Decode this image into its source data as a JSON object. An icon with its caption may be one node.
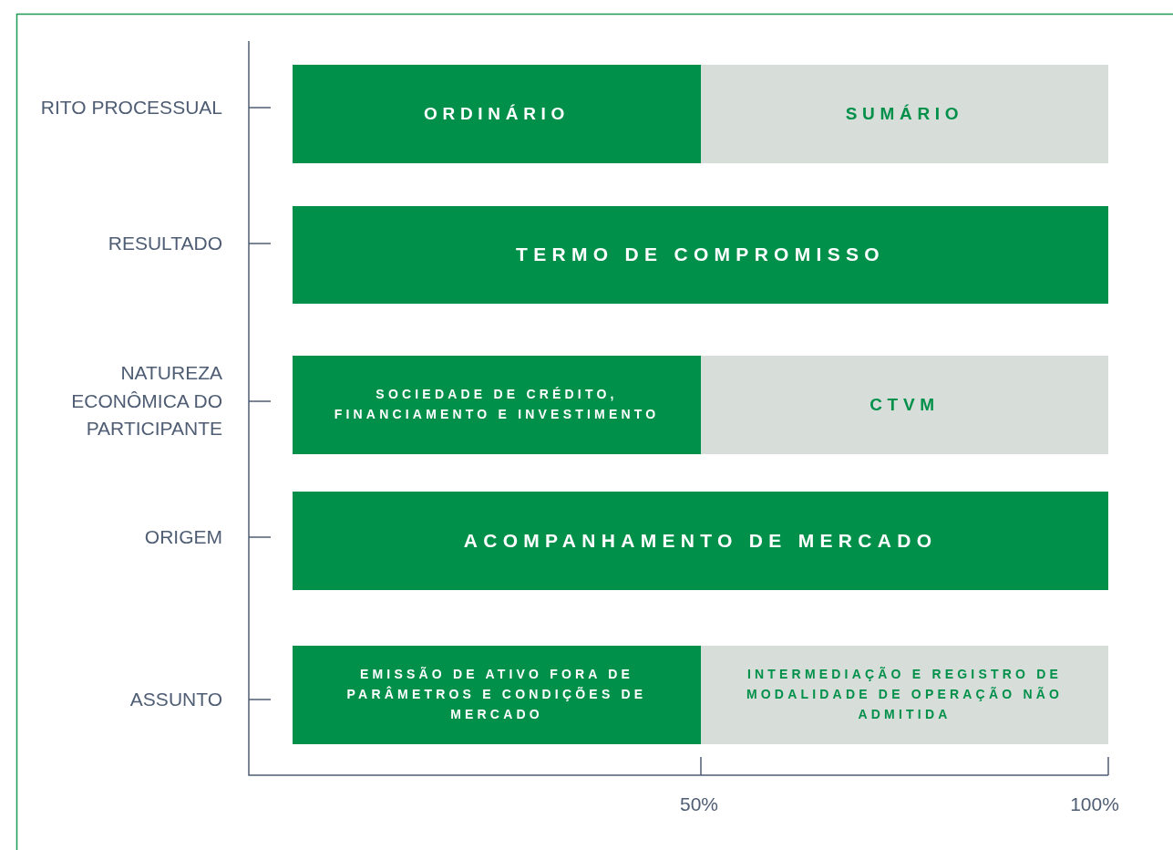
{
  "diagram": {
    "nodes": [
      {
        "text": [
          "ORDINÁRIO"
        ]
      },
      {
        "text": [
          "SUMÁRIO"
        ]
      },
      {
        "text": [
          "TERMO DE COMPROMISSO"
        ]
      },
      {
        "text": [
          "SOCIEDADE DE CRÉDITO, FINANCIAMENTO E INVESTIMENTO"
        ]
      },
      {
        "text": [
          "CTVM"
        ]
      },
      {
        "text": [
          "ACOMPANHAMENTO DE MERCADO"
        ]
      },
      {
        "text": [
          "EMISSÃO DE ATIVO FORA DE PARÂMETROS E CONDIÇÕES DE MERCADO"
        ]
      },
      {
        "text": [
          "INTERMEDIAÇÃO E REGISTRO DE MODALIDADE DE OPERAÇÃO NÃO ADMITIDA"
        ]
      }
    ],
    "labels": [
      "RITO PROCESSUAL",
      "RESULTADO",
      "NATUREZA ECONÔMICA DO PARTICIPANTE",
      "ORIGEM",
      "ASSUNTO",
      "50%",
      "100%"
    ]
  }
}
